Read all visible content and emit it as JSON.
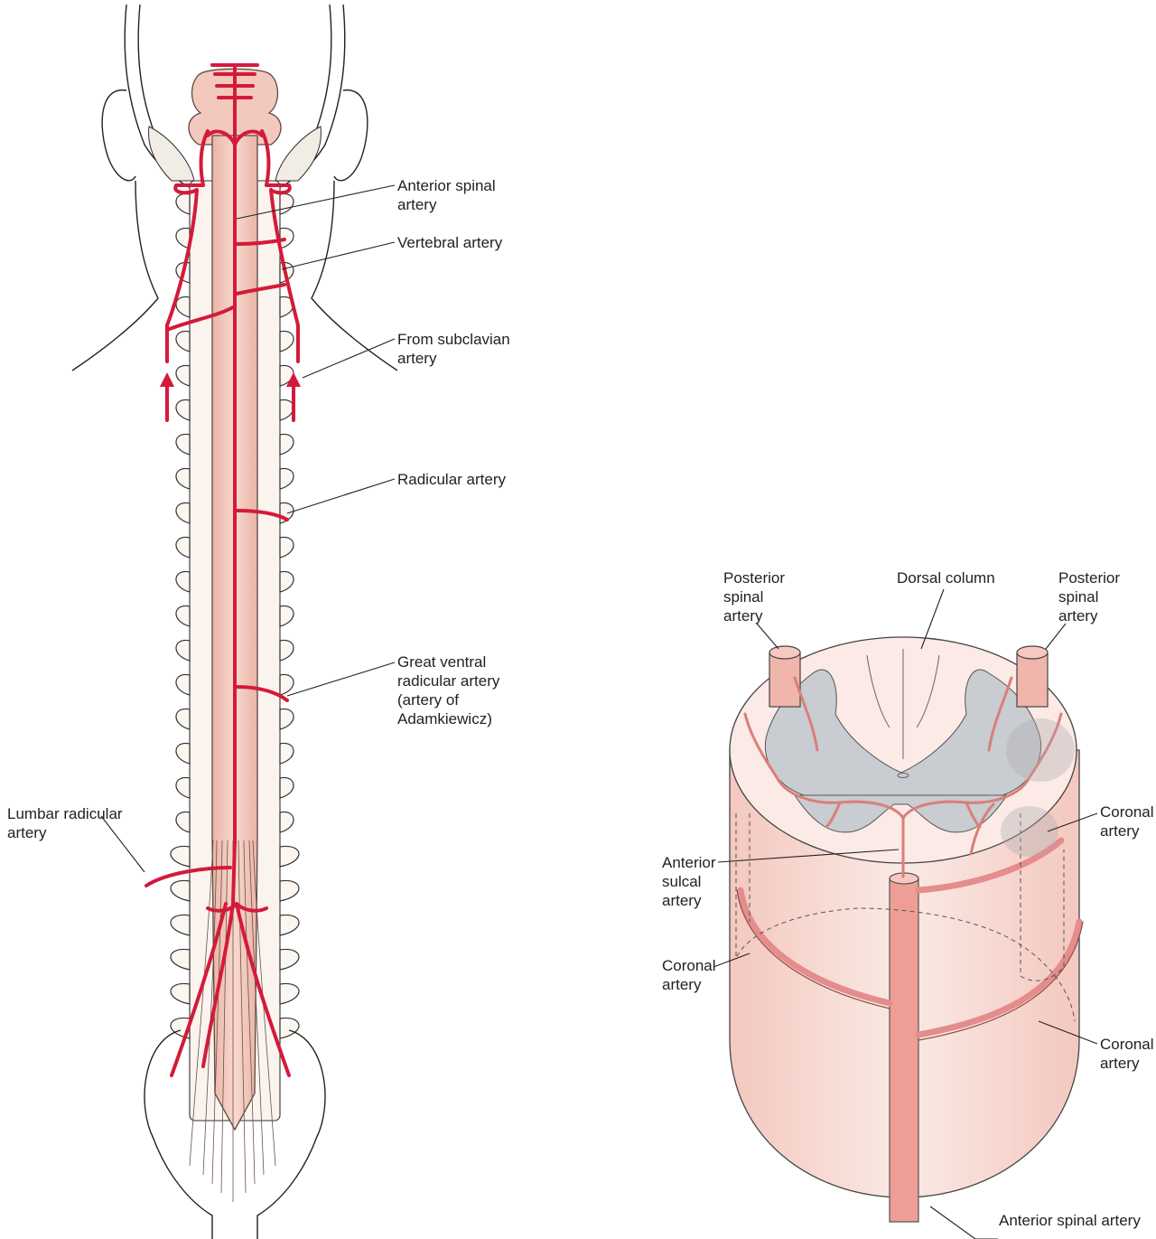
{
  "colors": {
    "artery": "#d41a3a",
    "artery_light": "#e58c8c",
    "cord": "#f4c9bd",
    "cord_light": "#f9e2da",
    "grey_matter": "#c9ccd0",
    "outline": "#222222"
  },
  "left_panel": {
    "labels": {
      "anterior_spinal": "Anterior spinal\nartery",
      "vertebral": "Vertebral artery",
      "from_subclavian": "From subclavian\nartery",
      "radicular": "Radicular artery",
      "great_ventral": "Great ventral\nradicular artery\n(artery of\nAdamkiewicz)",
      "lumbar_radicular": "Lumbar radicular\nartery"
    }
  },
  "right_panel": {
    "labels": {
      "posterior_spinal_left": "Posterior\nspinal\nartery",
      "dorsal_column": "Dorsal column",
      "posterior_spinal_right": "Posterior\nspinal\nartery",
      "coronal_right_upper": "Coronal\nartery",
      "anterior_sulcal": "Anterior\nsulcal\nartery",
      "coronal_left": "Coronal\nartery",
      "coronal_right_lower": "Coronal\nartery",
      "anterior_spinal": "Anterior spinal artery"
    }
  }
}
